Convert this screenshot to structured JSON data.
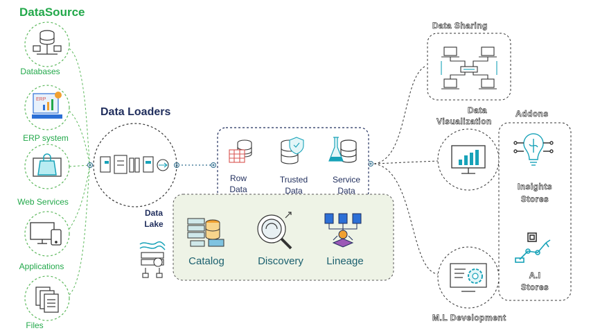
{
  "datasource": {
    "title": "DataSource",
    "items": [
      "Databases",
      "ERP system",
      "Web Services",
      "Applications",
      "Files"
    ]
  },
  "loaders": {
    "title": "Data Loaders"
  },
  "data_lake": {
    "line1": "Data",
    "line2": "Lake"
  },
  "data_zones": {
    "row": [
      "Row",
      "Data"
    ],
    "trusted": [
      "Trusted",
      "Data"
    ],
    "service": [
      "Service",
      "Data"
    ]
  },
  "lake_tools": [
    "Catalog",
    "Discovery",
    "Lineage"
  ],
  "consumers": {
    "sharing": "Data Sharing",
    "viz": [
      "Data",
      "Visualization"
    ],
    "ml": "M.L Development",
    "addons": {
      "title": "Addons",
      "insights": [
        "Insights",
        "Stores"
      ],
      "ai": [
        "A.I",
        "Stores"
      ]
    }
  },
  "colors": {
    "green": "#22a84a",
    "navy": "#1f2d5c",
    "teal": "#1a5f6e",
    "dashed_green": "#5cb85c",
    "lake_fill": "#eef3e6",
    "icon_teal": "#17a2b8",
    "icon_orange": "#f0a030",
    "icon_blue": "#2c6fd6"
  },
  "icons": [
    "database-icon",
    "erp-icon",
    "shopping-bag-icon",
    "devices-icon",
    "files-icon",
    "loader-pipeline-icon",
    "data-lake-icon",
    "table-db-icon",
    "shield-db-icon",
    "flask-db-icon",
    "catalog-icon",
    "discovery-icon",
    "lineage-icon",
    "network-share-icon",
    "monitor-chart-icon",
    "ml-monitor-icon",
    "brain-bulb-icon",
    "robot-arm-icon",
    "gear-connector-icon"
  ]
}
